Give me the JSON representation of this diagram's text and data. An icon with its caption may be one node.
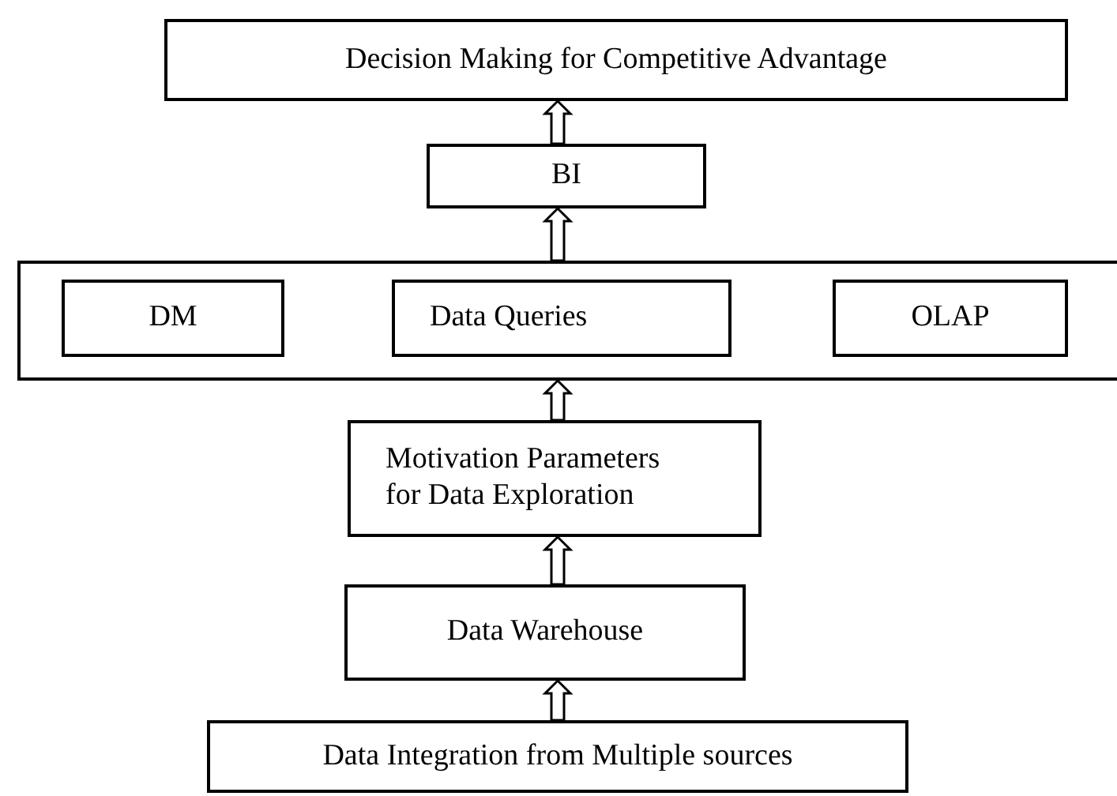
{
  "diagram": {
    "nodes": [
      {
        "text": [
          "Decision Making for Competitive Advantage"
        ]
      },
      {
        "text": [
          "BI"
        ]
      },
      {
        "text": [],
        "shape": "box"
      },
      {
        "text": [
          "DM"
        ],
        "in": 2
      },
      {
        "text": [
          "Data Queries"
        ],
        "in": 2
      },
      {
        "text": [
          "OLAP"
        ],
        "in": 2
      },
      {
        "text": [
          "Motivation Parameters for Data Exploration"
        ]
      },
      {
        "text": [
          "Data Warehouse"
        ]
      },
      {
        "text": [
          "Data Integration from Multiple sources"
        ]
      }
    ],
    "edges": [
      {
        "from": 8,
        "to": 7,
        "arrow": "to"
      },
      {
        "from": 7,
        "to": 6,
        "arrow": "to"
      },
      {
        "from": 6,
        "to": 2,
        "arrow": "to"
      },
      {
        "from": 2,
        "to": 1,
        "arrow": "to"
      },
      {
        "from": 1,
        "to": 0,
        "arrow": "to"
      }
    ]
  }
}
